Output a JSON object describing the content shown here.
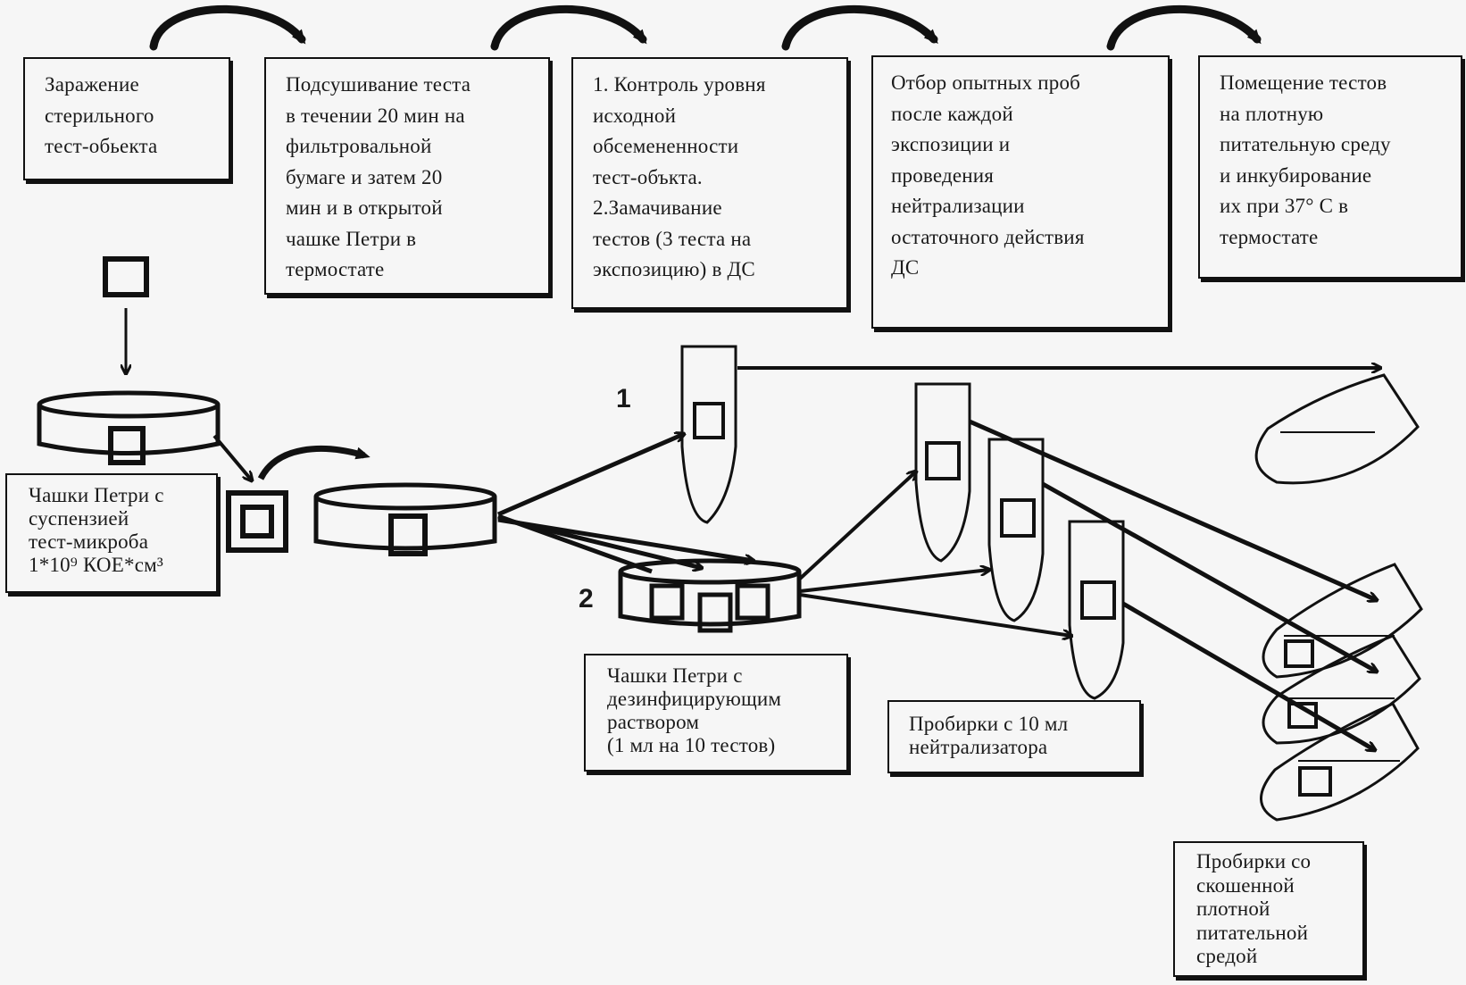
{
  "steps": [
    {
      "id": "step-1",
      "text": "Заражение\nстерильного\nтест-обьекта"
    },
    {
      "id": "step-2",
      "text": "Подсушивание теста\nв течении 20 мин на\nфильтровальной\nбумаге и затем 20\nмин и в открытой\nчашке Петри в\nтермостате"
    },
    {
      "id": "step-3",
      "text": "1. Контроль уровня\nисходной\nобсемененности\nтест-объкта.\n2.Замачивание\nтестов (3 теста на\nэкспозицию) в ДС"
    },
    {
      "id": "step-4",
      "text": "Отбор опытных проб\nпосле  каждой\nэкспозиции и\nпроведения\nнейтрализации\nостаточного действия\nДС"
    },
    {
      "id": "step-5",
      "text": "Помещение тестов\nна плотную\nпитательную среду\nи инкубирование\nих при  37° С    в\nтермостате"
    }
  ],
  "labels": {
    "petri_suspension": "Чашки Петри с\nсуспензией\nтест-микроба\n1*10⁹ КОЕ*см³",
    "petri_disinfectant": "Чашки Петри с\nдезинфицирующим\nраствором\n(1 мл на 10 тестов)",
    "tubes_neutralizer": "Пробирки с 10 мл\nнейтрализатора",
    "tubes_slanted": "Пробирки со\nскошенной\nплотной\nпитательной\nсредой",
    "branch_1": "1",
    "branch_2": "2"
  }
}
